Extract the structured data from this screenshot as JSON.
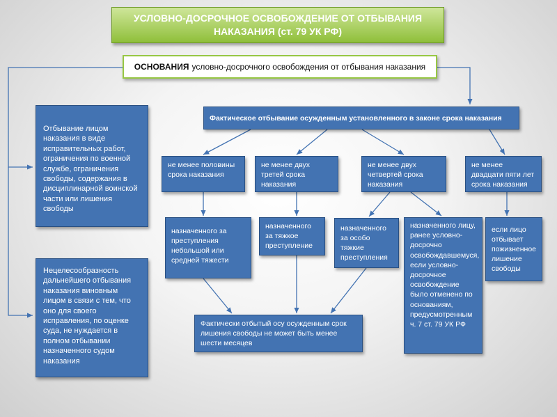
{
  "title": {
    "line1": "УСЛОВНО-ДОСРОЧНОЕ ОСВОБОЖДЕНИЕ ОТ ОТБЫВАНИЯ",
    "line2": "НАКАЗАНИЯ (ст. 79 УК РФ)"
  },
  "subtitle": {
    "bold": "ОСНОВАНИЯ",
    "rest": "условно-досрочного освобождения от отбывания наказания"
  },
  "main_ground": "Фактическое отбывание осужденным установленного в законе срока наказания",
  "left_boxes": [
    "Отбывание лицом наказания в виде исправительных работ, ограничения по военной службе, ограничения свободы, содержания в дисциплинарной воинской части или лишения свободы",
    "Нецелесообразность дальнейшего отбывания наказания виновным лицом в связи с тем, что оно для своего исправления, по оценке суда, не нуждается в полном отбывании назначенного судом наказания"
  ],
  "terms": [
    "не менее половины срока наказания",
    "не менее двух третей срока наказания",
    "не менее двух четвертей срока наказания",
    "не менее двадцати пяти лет срока наказания"
  ],
  "conditions": [
    "назначенного за преступления небольшой или средней тяжести",
    "назначенного за тяжкое преступление",
    "назначенного за особо тяжкие преступления",
    "назначенного лицу, ранее условно-досрочно освобождавшемуся, если условно-досрочное освобождение было отменено по основаниям, предусмотренным ч. 7 ст. 79 УК РФ",
    "если лицо отбывает пожизненное лишение свободы"
  ],
  "minimum_note": "Фактически отбытый осу осужденным срок лишения свободы не может быть менее шести месяцев",
  "colors": {
    "box_fill": "#4373b2",
    "title_fill": "#8fbf3a",
    "connector": "#4373b2"
  }
}
